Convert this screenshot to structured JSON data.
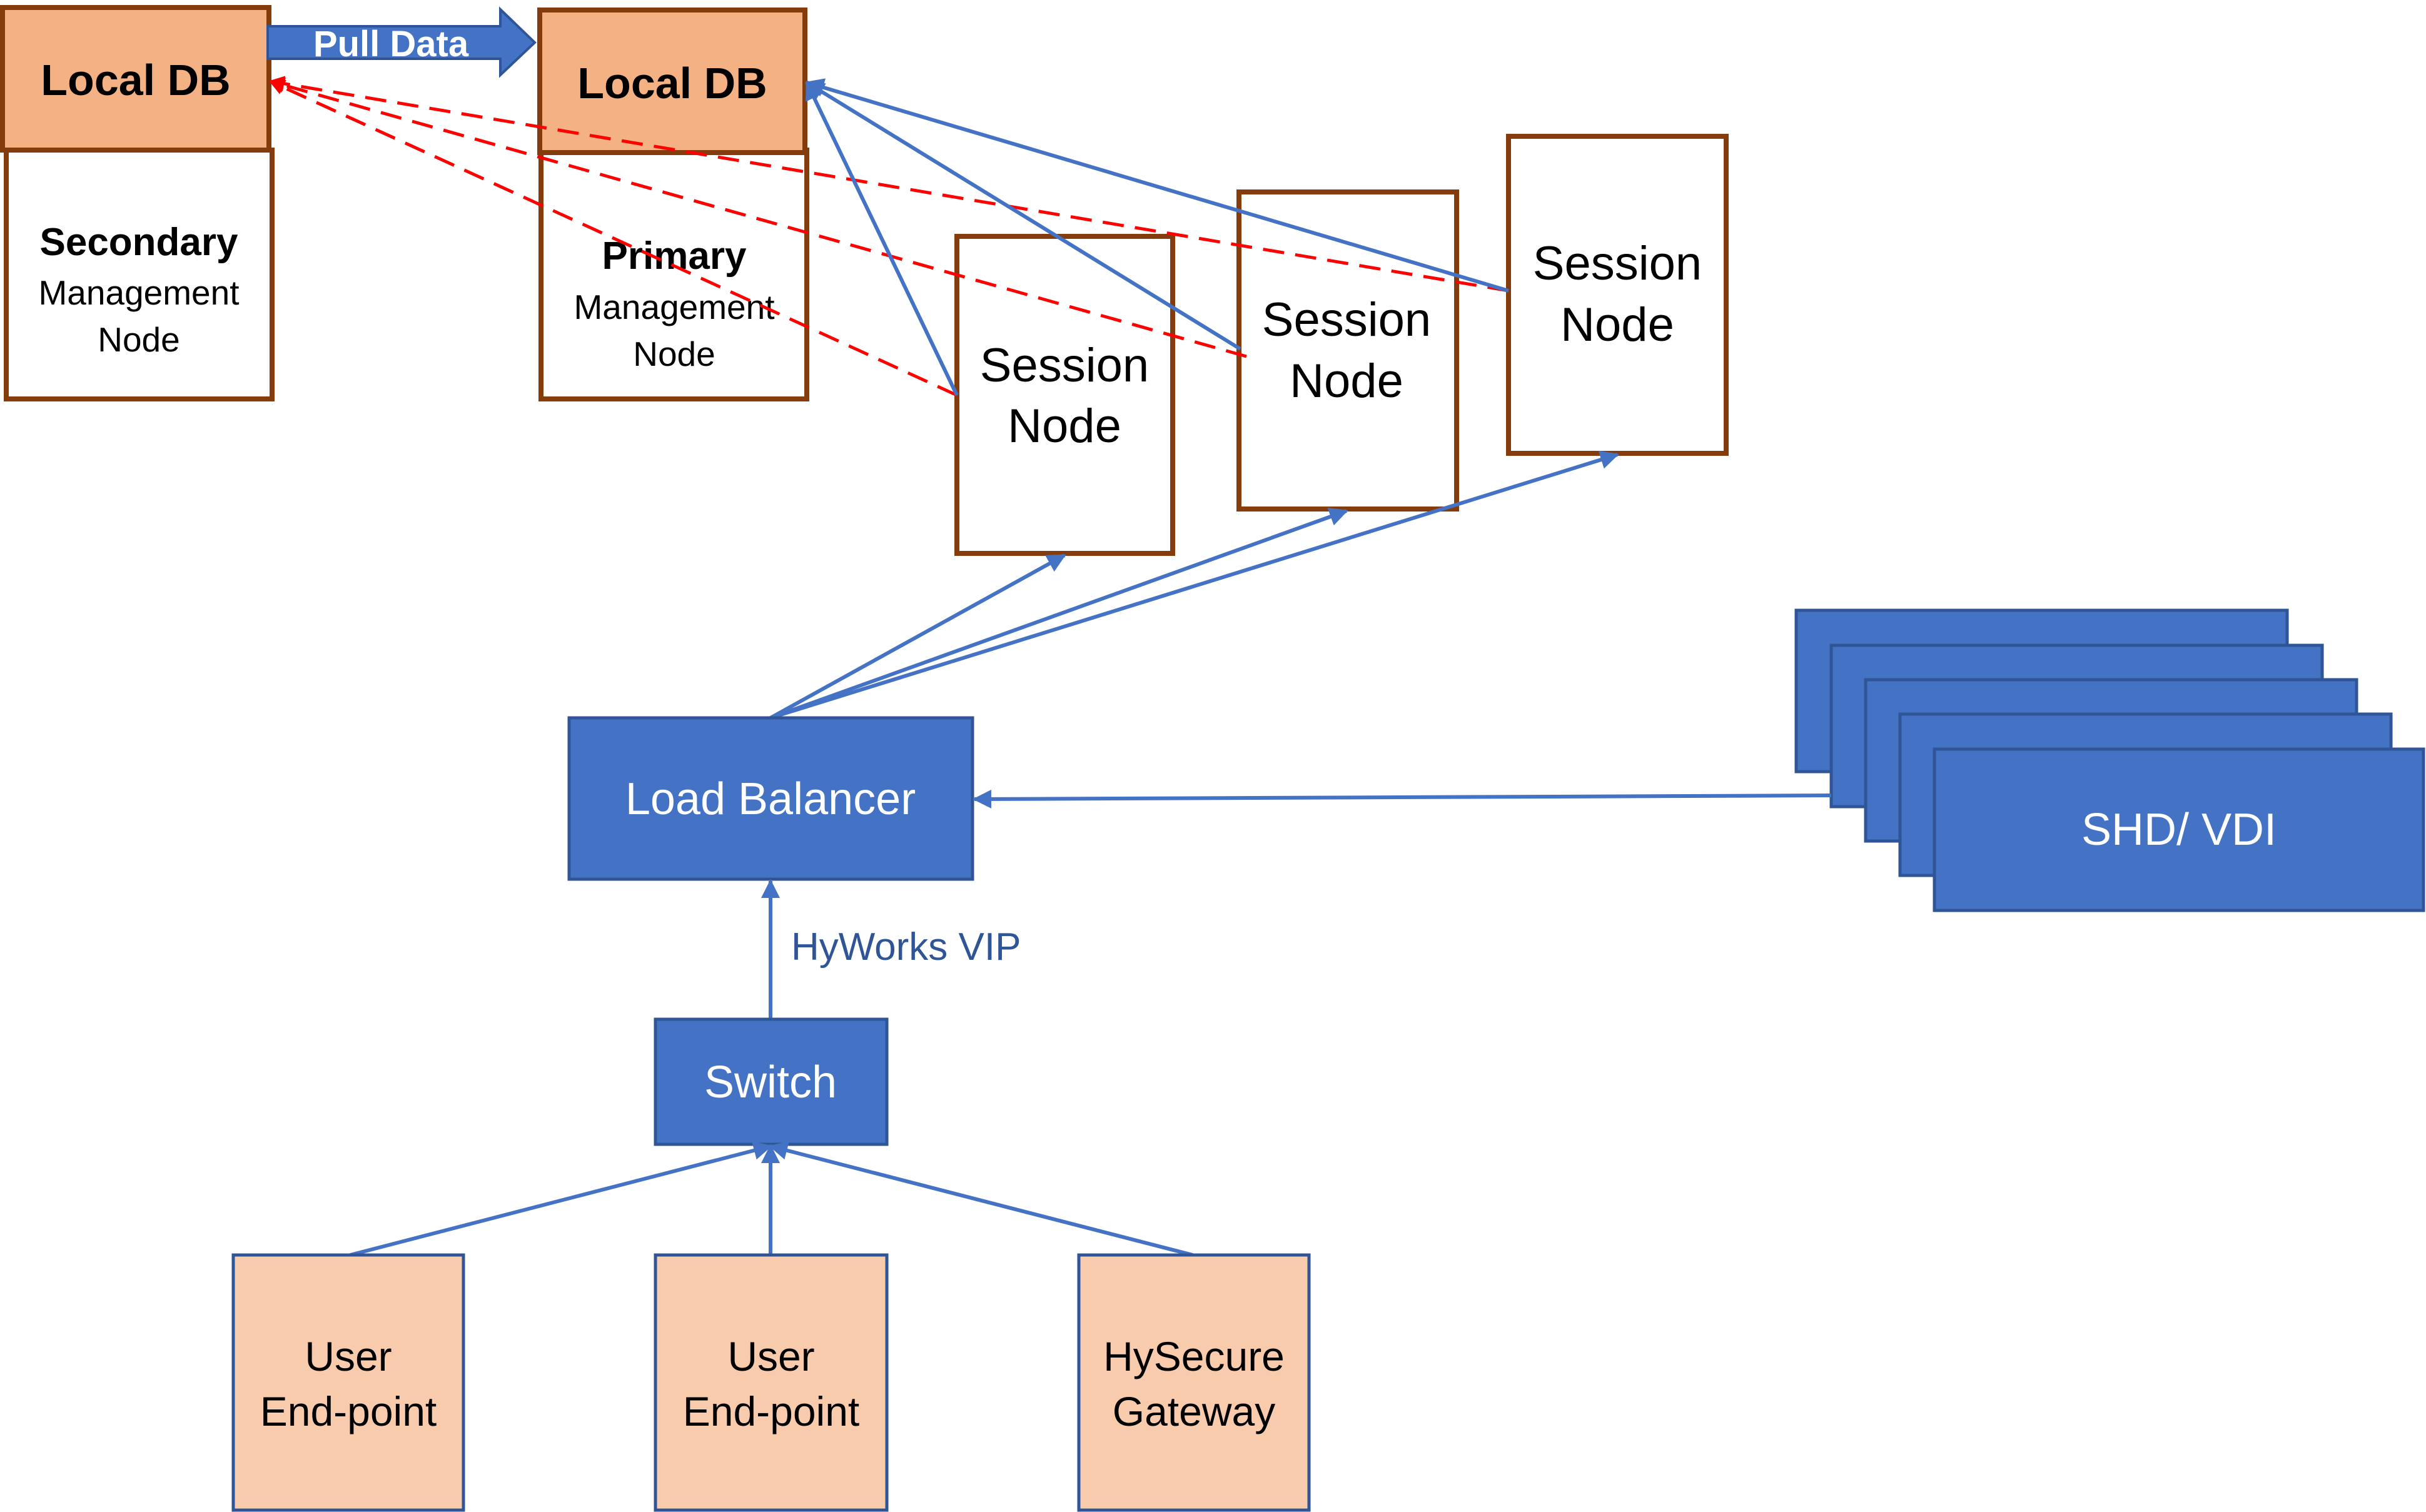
{
  "colors": {
    "blue_fill": "#4472c4",
    "blue_stroke": "#2f5597",
    "brown_stroke": "#843c0c",
    "db_fill": "#f4b183",
    "endpoint_fill": "#f8cbad",
    "red_dashed": "#ff0000",
    "white": "#ffffff"
  },
  "secondary_node": {
    "db_label": "Local DB",
    "role": "Secondary",
    "line1": "Management",
    "line2": "Node"
  },
  "primary_node": {
    "db_label": "Local DB",
    "role": "Primary",
    "line1": "Management",
    "line2": "Node"
  },
  "pull_data_label": "Pull Data",
  "session_nodes": [
    {
      "line1": "Session",
      "line2": "Node"
    },
    {
      "line1": "Session",
      "line2": "Node"
    },
    {
      "line1": "Session",
      "line2": "Node"
    }
  ],
  "load_balancer_label": "Load Balancer",
  "hyworks_vip_label": "HyWorks VIP",
  "switch_label": "Switch",
  "shd_vdi_label": "SHD/ VDI",
  "endpoints": [
    {
      "line1": "User",
      "line2": "End-point"
    },
    {
      "line1": "User",
      "line2": "End-point"
    },
    {
      "line1": "HySecure",
      "line2": "Gateway"
    }
  ]
}
